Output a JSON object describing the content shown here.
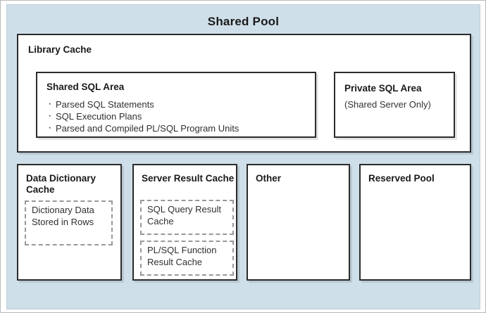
{
  "diagram": {
    "title": "Shared Pool",
    "accent_bg": "#cfdfe9",
    "box_border": "#2b2b2b",
    "dashed_border": "#989898",
    "library_cache": {
      "title": "Library Cache",
      "shared_sql_area": {
        "title": "Shared SQL Area",
        "bullets": [
          "Parsed SQL Statements",
          "SQL Execution Plans",
          "Parsed and Compiled PL/SQL Program Units"
        ]
      },
      "private_sql_area": {
        "title": "Private SQL Area",
        "subtitle": "(Shared Server Only)"
      }
    },
    "bottom_row": {
      "data_dictionary_cache": {
        "title": "Data Dictionary Cache",
        "inner": "Dictionary Data Stored in Rows"
      },
      "server_result_cache": {
        "title": "Server Result Cache",
        "inner_1": "SQL Query Result Cache",
        "inner_2": "PL/SQL Function Result Cache"
      },
      "other": {
        "title": "Other"
      },
      "reserved_pool": {
        "title": "Reserved Pool"
      }
    }
  }
}
